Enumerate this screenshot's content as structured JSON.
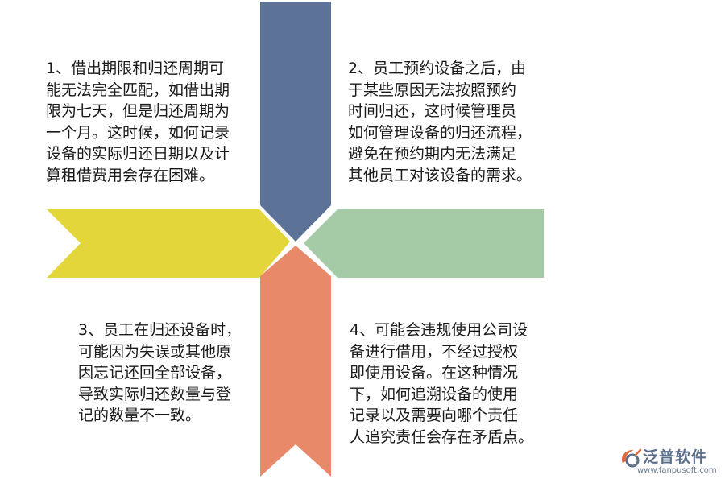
{
  "notes": {
    "n1": "1、借出期限和归还周期可\n能无法完全匹配，如借出期\n限为七天，但是归还周期为\n一个月。这时候，如何记录\n设备的实际归还日期以及计\n算租借费用会存在困难。",
    "n2": "2、员工预约设备之后，由\n于某些原因无法按照预约\n时间归还，这时候管理员\n如何管理设备的归还流程，\n避免在预约期内无法满足\n其他员工对该设备的需求。",
    "n3": "3、员工在归还设备时，\n可能因为失误或其他原\n因忘记还回全部设备，\n导致实际归还数量与登\n记的数量不一致。",
    "n4": "4、可能会违规使用公司设\n备进行借用，不经过授权\n即使用设备。在这种情况\n下，如何追溯设备的使用\n记录以及需要向哪个责任\n人追究责任会存在矛盾点。"
  },
  "colors": {
    "top_arrow": "#5d7297",
    "left_arrow": "#e3d63b",
    "right_arrow": "#a4cba6",
    "bottom_arrow": "#e8896a"
  },
  "logo": {
    "name": "泛普软件",
    "url": "www.fanpusoft.com"
  }
}
